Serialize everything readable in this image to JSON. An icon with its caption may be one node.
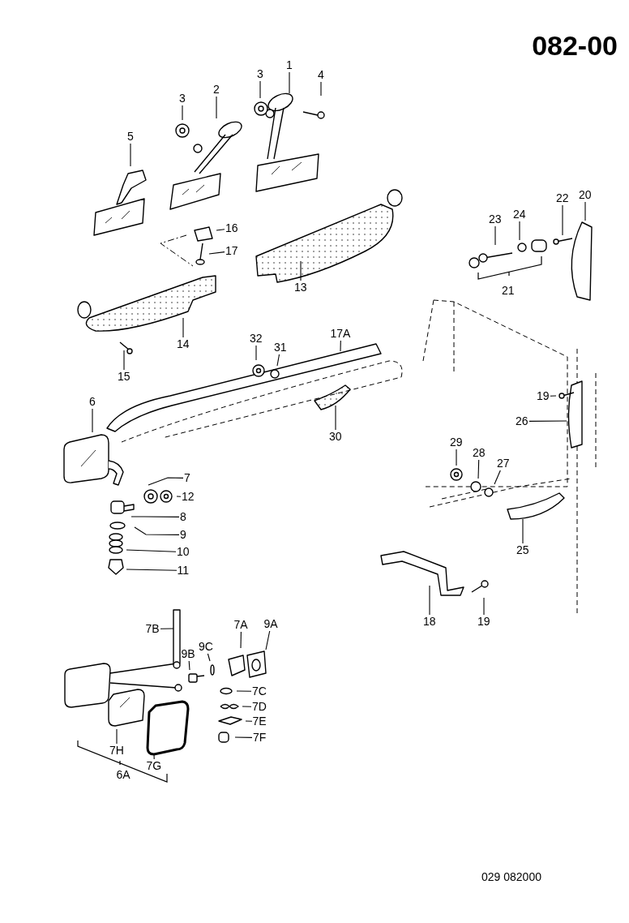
{
  "diagram": {
    "title": "082-00",
    "nodes": [
      {
        "text": [
          "1"
        ]
      },
      {
        "text": [
          "3"
        ]
      },
      {
        "text": [
          "4"
        ]
      },
      {
        "text": [
          "2"
        ]
      },
      {
        "text": [
          "3"
        ]
      },
      {
        "text": [
          "5"
        ]
      },
      {
        "text": [
          "20"
        ]
      },
      {
        "text": [
          "22"
        ]
      },
      {
        "text": [
          "24"
        ]
      },
      {
        "text": [
          "23"
        ]
      },
      {
        "text": [
          "16"
        ]
      },
      {
        "text": [
          "17"
        ]
      },
      {
        "text": [
          "13"
        ]
      },
      {
        "text": [
          "17A"
        ]
      },
      {
        "text": [
          "32"
        ]
      },
      {
        "text": [
          "14"
        ]
      },
      {
        "text": [
          "31"
        ]
      },
      {
        "text": [
          "15"
        ]
      },
      {
        "text": [
          "19"
        ]
      },
      {
        "text": [
          "6"
        ]
      },
      {
        "text": [
          "26"
        ]
      },
      {
        "text": [
          "30"
        ]
      },
      {
        "text": [
          "29"
        ]
      },
      {
        "text": [
          "28"
        ]
      },
      {
        "text": [
          "27"
        ]
      },
      {
        "text": [
          "7"
        ]
      },
      {
        "text": [
          "12"
        ]
      },
      {
        "text": [
          "8"
        ]
      },
      {
        "text": [
          "9"
        ]
      },
      {
        "text": [
          "10"
        ]
      },
      {
        "text": [
          "11"
        ]
      },
      {
        "text": [
          "25"
        ]
      },
      {
        "text": [
          "18"
        ]
      },
      {
        "text": [
          "19"
        ]
      },
      {
        "text": [
          "7B"
        ]
      },
      {
        "text": [
          "9A"
        ]
      },
      {
        "text": [
          "7A"
        ]
      },
      {
        "text": [
          "9C"
        ]
      },
      {
        "text": [
          "9B"
        ]
      },
      {
        "text": [
          "7C"
        ]
      },
      {
        "text": [
          "7D"
        ]
      },
      {
        "text": [
          "7E"
        ]
      },
      {
        "text": [
          "7F"
        ]
      },
      {
        "text": [
          "7H"
        ]
      },
      {
        "text": [
          "7G"
        ]
      }
    ],
    "edges": [
      {
        "from": 0,
        "to": null,
        "arrow": "none"
      },
      {
        "from": 1,
        "to": null,
        "arrow": "none"
      },
      {
        "from": 2,
        "to": null,
        "arrow": "none"
      },
      {
        "from": 3,
        "to": null,
        "arrow": "none"
      },
      {
        "from": 4,
        "to": null,
        "arrow": "none"
      },
      {
        "from": 5,
        "to": null,
        "arrow": "none"
      },
      {
        "from": 6,
        "to": null,
        "arrow": "none"
      },
      {
        "from": 7,
        "to": null,
        "arrow": "none"
      },
      {
        "from": 8,
        "to": null,
        "arrow": "none"
      },
      {
        "from": 9,
        "to": null,
        "arrow": "none"
      },
      {
        "from": 10,
        "to": null,
        "arrow": "none"
      },
      {
        "from": 11,
        "to": null,
        "arrow": "none"
      },
      {
        "from": 12,
        "to": null,
        "arrow": "none"
      },
      {
        "from": 13,
        "to": null,
        "arrow": "none"
      },
      {
        "from": 14,
        "to": null,
        "arrow": "none"
      },
      {
        "from": 15,
        "to": null,
        "arrow": "none"
      },
      {
        "from": 16,
        "to": null,
        "arrow": "none"
      },
      {
        "from": 17,
        "to": null,
        "arrow": "none"
      },
      {
        "from": 18,
        "to": null,
        "arrow": "none"
      },
      {
        "from": 19,
        "to": null,
        "arrow": "none"
      },
      {
        "from": 20,
        "to": null,
        "arrow": "none"
      },
      {
        "from": 21,
        "to": null,
        "arrow": "none"
      },
      {
        "from": 22,
        "to": null,
        "arrow": "none"
      },
      {
        "from": 23,
        "to": null,
        "arrow": "none"
      },
      {
        "from": 24,
        "to": null,
        "arrow": "none"
      },
      {
        "from": 25,
        "to": null,
        "arrow": "none"
      },
      {
        "from": 26,
        "to": null,
        "arrow": "none"
      },
      {
        "from": 27,
        "to": null,
        "arrow": "none"
      },
      {
        "from": 28,
        "to": null,
        "arrow": "none"
      },
      {
        "from": 29,
        "to": null,
        "arrow": "none"
      },
      {
        "from": 30,
        "to": null,
        "arrow": "none"
      },
      {
        "from": 31,
        "to": null,
        "arrow": "none"
      },
      {
        "from": 32,
        "to": null,
        "arrow": "none"
      },
      {
        "from": 33,
        "to": null,
        "arrow": "none"
      },
      {
        "from": 34,
        "to": null,
        "arrow": "none"
      },
      {
        "from": 35,
        "to": null,
        "arrow": "none"
      },
      {
        "from": 36,
        "to": null,
        "arrow": "none"
      },
      {
        "from": 37,
        "to": null,
        "arrow": "none"
      },
      {
        "from": 38,
        "to": null,
        "arrow": "none"
      },
      {
        "from": 39,
        "to": null,
        "arrow": "none"
      },
      {
        "from": 40,
        "to": null,
        "arrow": "none"
      },
      {
        "from": 41,
        "to": null,
        "arrow": "none"
      },
      {
        "from": 42,
        "to": null,
        "arrow": "none"
      },
      {
        "from": 43,
        "to": null,
        "arrow": "none"
      },
      {
        "from": 44,
        "to": null,
        "arrow": "none"
      }
    ],
    "labels": [
      "21",
      "6A",
      "029 082000"
    ]
  }
}
